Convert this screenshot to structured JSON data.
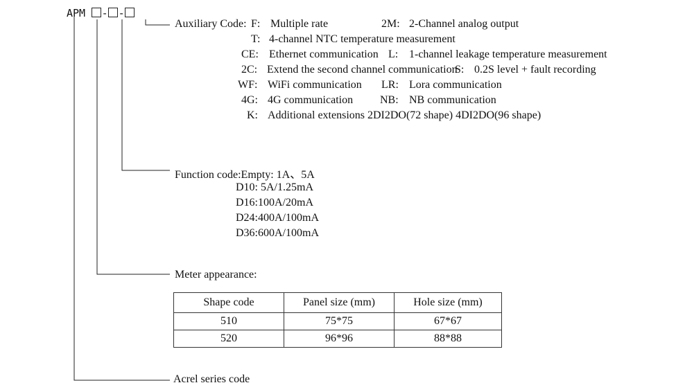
{
  "prefix": "APM",
  "sep": "-",
  "auxiliary": {
    "label": "Auxiliary Code:",
    "rows": [
      {
        "code": "F:",
        "text": "Multiple rate",
        "code2": "2M:",
        "text2": "2-Channel analog output"
      },
      {
        "code": "T:",
        "text": "4-channel NTC temperature measurement",
        "code2": "",
        "text2": ""
      },
      {
        "code": "CE:",
        "text": "Ethernet communication",
        "code2": "L:",
        "text2": "1-channel leakage temperature measurement"
      },
      {
        "code": "2C:",
        "text": "Extend the second channel communication",
        "code2": "S:",
        "text2": "0.2S level + fault recording"
      },
      {
        "code": "WF:",
        "text": "WiFi communication",
        "code2": "LR:",
        "text2": "Lora communication"
      },
      {
        "code": "4G:",
        "text": "4G communication",
        "code2": "NB:",
        "text2": "NB communication"
      },
      {
        "code": "K:",
        "text": "Additional extensions 2DI2DO(72 shape) 4DI2DO(96 shape)",
        "code2": "",
        "text2": ""
      }
    ]
  },
  "function": {
    "label": "Function code:",
    "first": "Empty: 1A、5A",
    "rows": [
      "D10: 5A/1.25mA",
      "D16:100A/20mA",
      "D24:400A/100mA",
      "D36:600A/100mA"
    ]
  },
  "appearance": {
    "label": "Meter appearance:",
    "headers": [
      "Shape code",
      "Panel size (mm)",
      "Hole size (mm)"
    ],
    "rows": [
      [
        "510",
        "75*75",
        "67*67"
      ],
      [
        "520",
        "96*96",
        "88*88"
      ]
    ]
  },
  "series": {
    "label": "Acrel series code"
  }
}
